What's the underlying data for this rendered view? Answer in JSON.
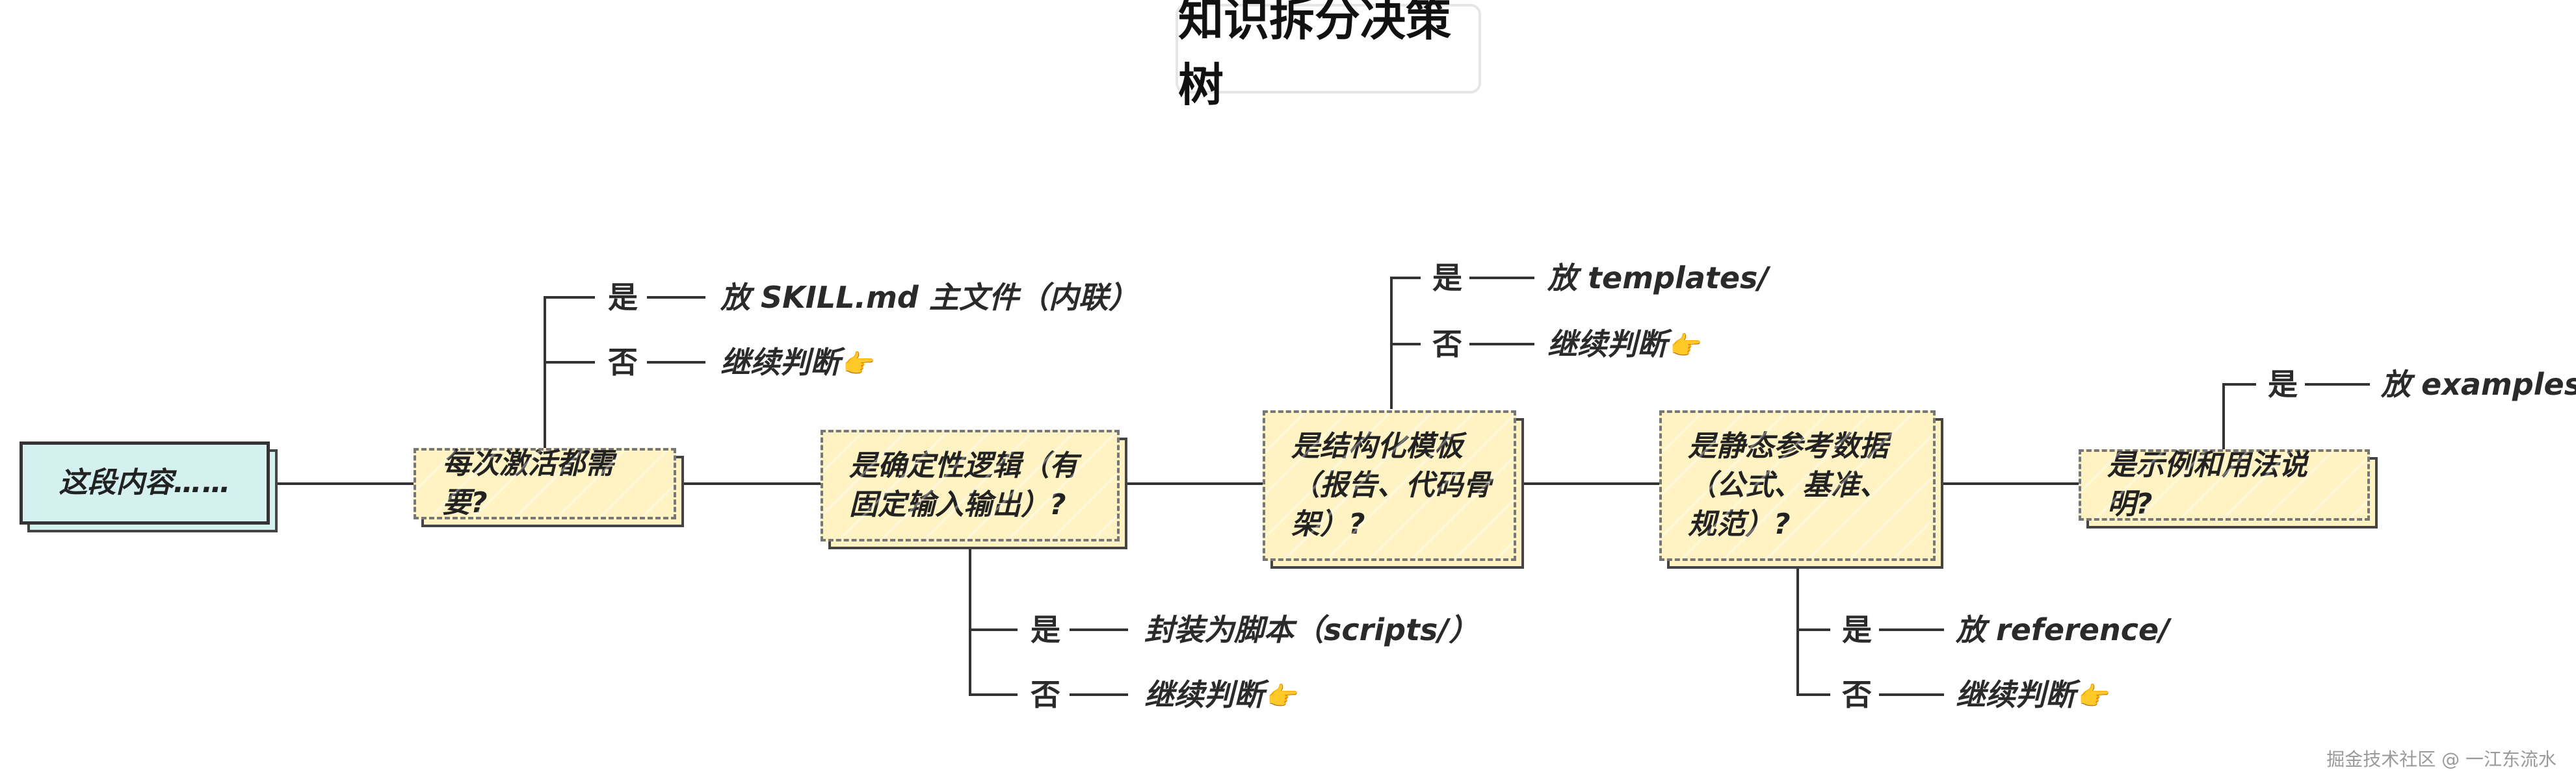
{
  "title": "知识拆分决策树",
  "start": "这段内容……",
  "questions": [
    "每次激活都需要?",
    "是确定性逻辑（有固定输入输出）?",
    "是结构化模板（报告、代码骨架）?",
    "是静态参考数据（公式、基准、规范）?",
    "是示例和用法说明?"
  ],
  "yes_label": "是",
  "no_label": "否",
  "outcomes": {
    "q1_yes": "放 SKILL.md 主文件（内联）",
    "q1_no": "继续判断",
    "q2_yes": "封装为脚本（scripts/）",
    "q2_no": "继续判断",
    "q3_yes": "放 templates/",
    "q3_no": "继续判断",
    "q4_yes": "放 reference/",
    "q4_no": "继续判断",
    "q5_yes": "放 examples/"
  },
  "continue_icon": "pointing-hand-icon",
  "watermark": "掘金技术社区 @ 一江东流水"
}
